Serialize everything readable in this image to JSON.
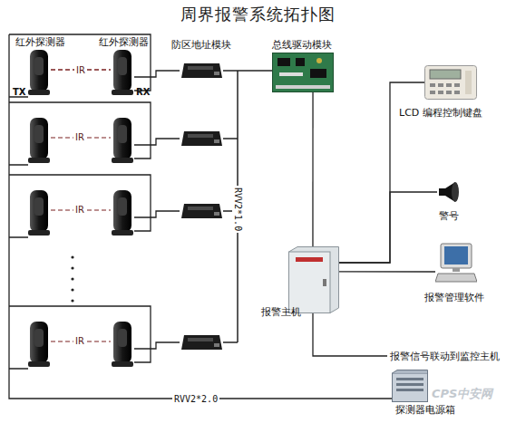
{
  "diagram": {
    "title": "周界报警系统拓扑图",
    "nodes": [
      {
        "text": [
          "红外探测器",
          "TX"
        ]
      },
      {
        "text": [
          "红外探测器",
          "RX"
        ]
      },
      {
        "text": [
          "防区地址模块"
        ]
      },
      {
        "text": [
          "总线驱动模块"
        ]
      },
      {
        "text": [
          "LCD 编程控制键盘"
        ]
      },
      {
        "text": [
          "警号"
        ]
      },
      {
        "text": [
          "报警管理软件"
        ]
      },
      {
        "text": [
          "报警主机"
        ]
      },
      {
        "text": [
          "探测器电源箱"
        ]
      }
    ],
    "edges": [
      {
        "from": 0,
        "to": 1,
        "label": "IR",
        "arrow": "none"
      },
      {
        "from": 1,
        "to": 2,
        "arrow": "none"
      },
      {
        "from": 2,
        "to": 3,
        "arrow": "none"
      },
      {
        "from": 3,
        "to": 7,
        "arrow": "none"
      },
      {
        "from": 7,
        "to": 4,
        "arrow": "none"
      },
      {
        "from": 7,
        "to": 5,
        "arrow": "none"
      },
      {
        "from": 7,
        "to": 6,
        "arrow": "none"
      }
    ],
    "labels": [
      "IR",
      "IR",
      "IR",
      "RVV2*1.0",
      "报警信号联动到监控主机",
      "RVV2*2.0",
      "CPS中安网"
    ]
  }
}
